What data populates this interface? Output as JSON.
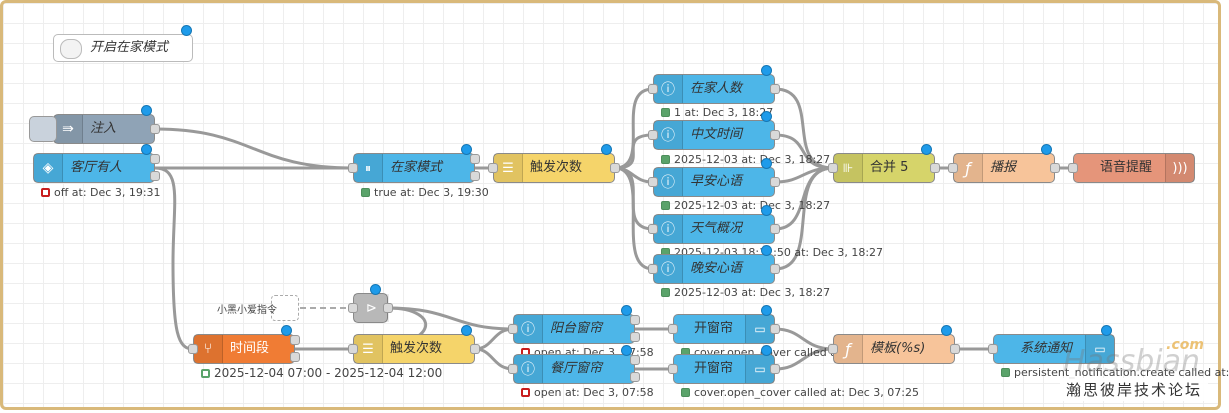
{
  "comment": {
    "label": "开启在家模式"
  },
  "nodes": {
    "inject": {
      "label": "注入"
    },
    "living_room": {
      "label": "客厅有人",
      "status": "off at: Dec 3, 19:31"
    },
    "home_mode": {
      "label": "在家模式",
      "status": "true at: Dec 3, 19:30"
    },
    "trigger_count_top": {
      "label": "触发次数"
    },
    "home_count": {
      "label": "在家人数",
      "status": "1 at: Dec 3, 18:27"
    },
    "cn_time": {
      "label": "中文时间",
      "status": "2025-12-03 at: Dec 3, 18:27"
    },
    "morning": {
      "label": "早安心语",
      "status": "2025-12-03 at: Dec 3, 18:27"
    },
    "weather": {
      "label": "天气概况",
      "status": "2025-12-03 18:12:50 at: Dec 3, 18:27"
    },
    "night": {
      "label": "晚安心语",
      "status": "2025-12-03 at: Dec 3, 18:27"
    },
    "merge": {
      "label": "合并 5"
    },
    "broadcast": {
      "label": "播报"
    },
    "voice": {
      "label": "语音提醒"
    },
    "link_label": {
      "label": "小黑小爱指令"
    },
    "time_range": {
      "label": "时间段",
      "status": "2025-12-04 07:00 - 2025-12-04 12:00"
    },
    "trigger_count_bottom": {
      "label": "触发次数"
    },
    "balcony": {
      "label": "阳台窗帘",
      "status": "open at: Dec 3, 07:58"
    },
    "dining": {
      "label": "餐厅窗帘",
      "status": "open at: Dec 3, 07:58"
    },
    "open1": {
      "label": "开窗帘",
      "status": "cover.open_cover called at: Dec 3, 07:25"
    },
    "open2": {
      "label": "开窗帘",
      "status": "cover.open_cover called at: Dec 3, 07:25"
    },
    "template": {
      "label": "模板(%s)"
    },
    "notify": {
      "label": "系统通知",
      "status": "persistent_notification.create called at:"
    }
  },
  "watermark": {
    "site": "Hassbian",
    "com": ".com",
    "forum": "瀚思彼岸技术论坛"
  },
  "colors": {
    "blue": "#4db6e8",
    "yellow": "#f5d46a",
    "merge": "#d6d46a",
    "function": "#f7c49a",
    "voice": "#e5957a",
    "switch": "#f07c34"
  }
}
